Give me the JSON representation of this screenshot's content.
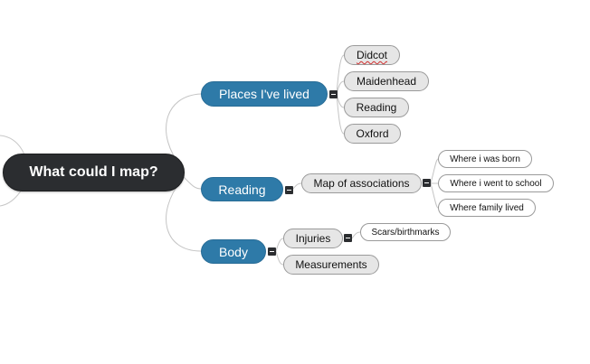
{
  "mindmap": {
    "root": {
      "label": "What could I map?"
    },
    "branches": [
      {
        "label": "Places I've lived",
        "children": [
          {
            "label": "Didcot"
          },
          {
            "label": "Maidenhead"
          },
          {
            "label": "Reading"
          },
          {
            "label": "Oxford"
          }
        ]
      },
      {
        "label": "Reading",
        "children": [
          {
            "label": "Map of associations",
            "children": [
              {
                "label": "Where i was born"
              },
              {
                "label": "Where i went to school"
              },
              {
                "label": "Where family lived"
              }
            ]
          }
        ]
      },
      {
        "label": "Body",
        "children": [
          {
            "label": "Injuries",
            "children": [
              {
                "label": "Scars/birthmarks"
              }
            ]
          },
          {
            "label": "Measurements"
          }
        ]
      }
    ]
  }
}
